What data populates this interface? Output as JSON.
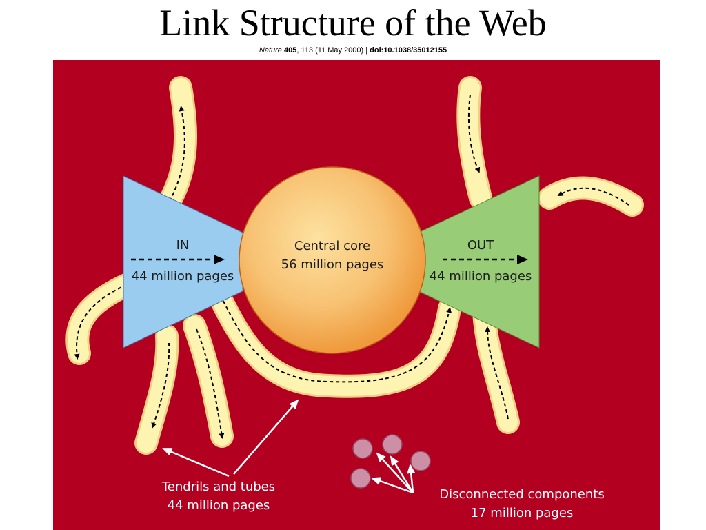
{
  "header": {
    "title": "Link Structure of the Web",
    "citation": {
      "journal": "Nature",
      "volume": "405",
      "details": ", 113 (11 May 2000) | ",
      "doi": "doi:10.1038/35012155"
    }
  },
  "diagram": {
    "in": {
      "title": "IN",
      "pages": "44 million pages"
    },
    "core": {
      "title": "Central core",
      "pages": "56 million pages"
    },
    "out": {
      "title": "OUT",
      "pages": "44 million pages"
    },
    "tendrils": {
      "title": "Tendrils and tubes",
      "pages": "44 million pages"
    },
    "disconnected": {
      "title": "Disconnected components",
      "pages": "17 million pages"
    }
  },
  "colors": {
    "background": "#b30021",
    "in_region": "#99ccee",
    "out_region": "#99cc77",
    "core_center": "#fde2a0",
    "core_edge": "#ef9a3c",
    "tendril": "#fdf4b2",
    "tendril_outline": "#f1cf86",
    "disconnected_node": "#cc8fa6",
    "annotation_arrow": "#ffffff"
  }
}
